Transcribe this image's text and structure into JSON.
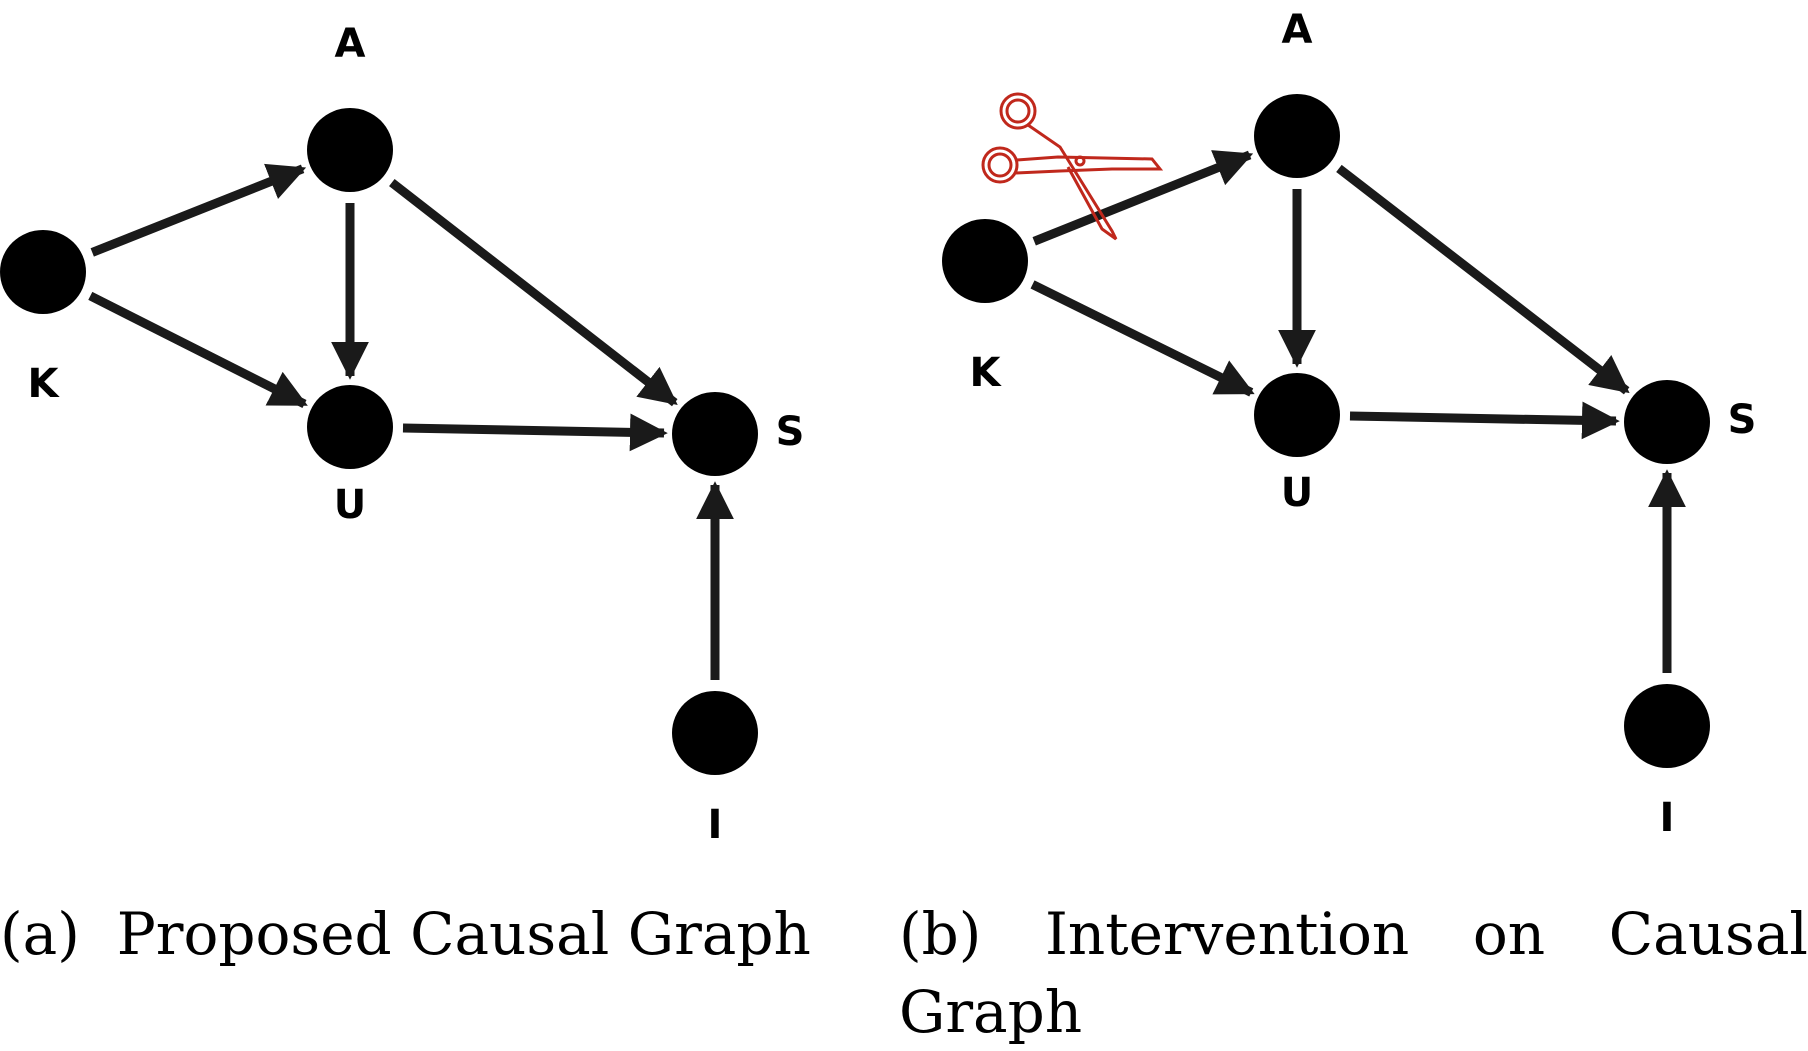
{
  "panels": [
    {
      "caption_tag": "(a)",
      "caption": "Proposed Causal Graph",
      "nodes": [
        "K",
        "A",
        "U",
        "S",
        "I"
      ],
      "edges": [
        [
          "K",
          "A"
        ],
        [
          "K",
          "U"
        ],
        [
          "A",
          "U"
        ],
        [
          "A",
          "S"
        ],
        [
          "U",
          "S"
        ],
        [
          "I",
          "S"
        ]
      ],
      "cut_edges": []
    },
    {
      "caption_tag": "(b)",
      "caption_words": [
        "Intervention",
        "on",
        "Causal"
      ],
      "caption_last": "Graph",
      "nodes": [
        "K",
        "A",
        "U",
        "S",
        "I"
      ],
      "edges": [
        [
          "K",
          "A"
        ],
        [
          "K",
          "U"
        ],
        [
          "A",
          "U"
        ],
        [
          "A",
          "S"
        ],
        [
          "U",
          "S"
        ],
        [
          "I",
          "S"
        ]
      ],
      "cut_edges": [
        [
          "K",
          "A"
        ]
      ],
      "cut_icon": "scissors-icon"
    }
  ],
  "colors": {
    "node": "#000000",
    "edge": "#1a1a1a",
    "scissors": "#c0281c"
  }
}
